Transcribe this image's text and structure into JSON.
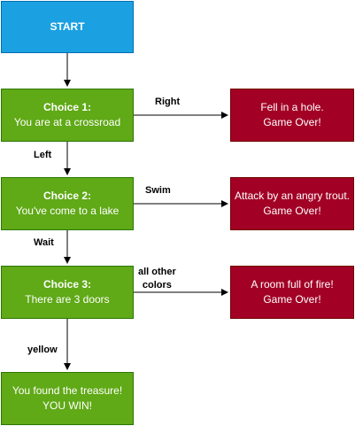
{
  "nodes": {
    "start": {
      "label": "START"
    },
    "choice1": {
      "title": "Choice 1:",
      "text": "You are at a crossroad"
    },
    "choice2": {
      "title": "Choice 2:",
      "text": "You've come to a lake"
    },
    "choice3": {
      "title": "Choice 3:",
      "text": "There are 3 doors"
    },
    "win": {
      "line1": "You found the treasure!",
      "line2": "YOU WIN!"
    },
    "over1": {
      "line1": "Fell in a hole.",
      "line2": "Game Over!"
    },
    "over2": {
      "line1": "Attack by an angry trout.",
      "line2": "Game Over!"
    },
    "over3": {
      "line1": "A room full of fire!",
      "line2": "Game Over!"
    }
  },
  "edges": {
    "right": "Right",
    "left": "Left",
    "swim": "Swim",
    "wait": "Wait",
    "other_line1": "all other",
    "other_line2": "colors",
    "yellow": "yellow"
  },
  "colors": {
    "start": "#1ba1e2",
    "choice": "#60a917",
    "game_over": "#a20025",
    "edge": "#000000"
  }
}
